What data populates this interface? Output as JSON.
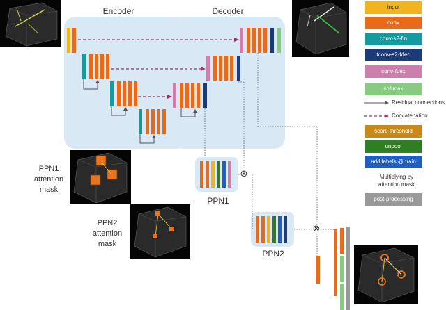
{
  "encoder": {
    "title": "Encoder"
  },
  "decoder": {
    "title": "Decoder"
  },
  "ppn1": {
    "label": "PPN1",
    "mask_caption": "PPN1\nattention\nmask"
  },
  "ppn2": {
    "label": "PPN2",
    "mask_caption": "PPN2\nattention\nmask"
  },
  "legend": {
    "input": "input",
    "conv": "conv",
    "conv_s2": "conv-s2-fin",
    "tconv_s2": "tconv-s2-fdec",
    "conv_fdec": "conv-fdec",
    "softmax": "softmax",
    "residual": "Residual connections",
    "concat": "Concatenation",
    "score_threshold": "score threshold",
    "unpool": "unpool",
    "add_labels": "add labels @ train",
    "multiply": "Multiplying by\nattention mask",
    "post": "post-processing"
  },
  "colors": {
    "input": "#f0b420",
    "conv": "#ea6a1c",
    "conv_s2": "#159aa0",
    "tconv_s2": "#1b3a78",
    "conv_fdec": "#cc7fab",
    "softmax": "#86cb7f",
    "score_threshold": "#c88a14",
    "unpool": "#2f7e23",
    "add_labels": "#1f5fc1",
    "post": "#999999",
    "panel": "#d9e8f5"
  },
  "symbols": {
    "multiply": "⊗"
  }
}
